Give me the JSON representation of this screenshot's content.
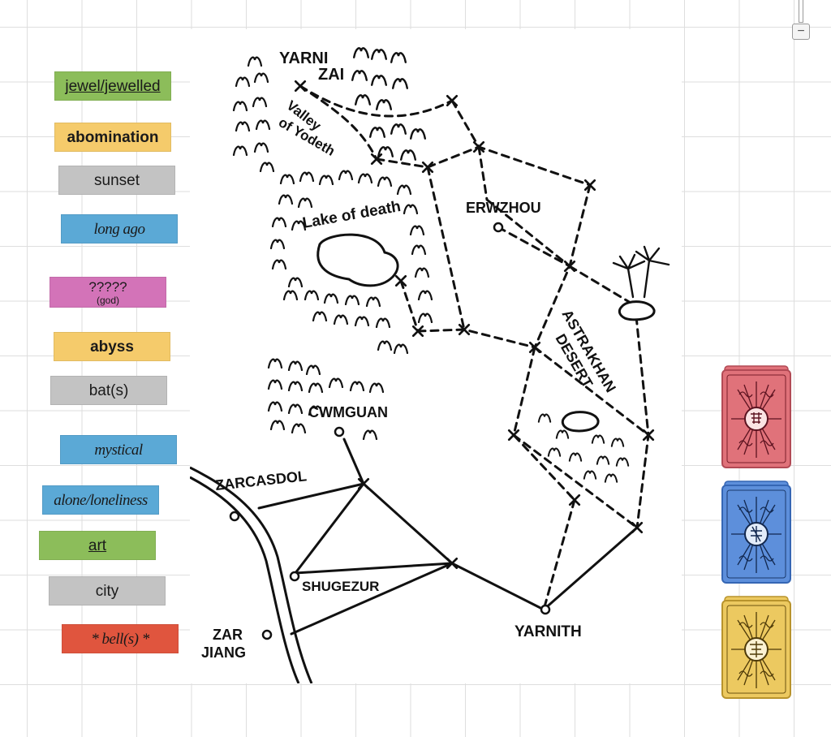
{
  "words": [
    {
      "text": "jewel/jewelled",
      "color": "#8cbd5a"
    },
    {
      "text": "abomination",
      "color": "#f5cb6b"
    },
    {
      "text": "sunset",
      "color": "#c3c3c3"
    },
    {
      "text": "long ago",
      "color": "#5ba9d6"
    },
    {
      "text": "?????",
      "sub": "(god)",
      "color": "#d373b8"
    },
    {
      "text": "abyss",
      "color": "#f5cb6b"
    },
    {
      "text": "bat(s)",
      "color": "#c3c3c3"
    },
    {
      "text": "mystical",
      "color": "#5ba9d6"
    },
    {
      "text": "alone/loneliness",
      "color": "#5ba9d6"
    },
    {
      "text": "art",
      "color": "#8cbd5a"
    },
    {
      "text": "city",
      "color": "#c3c3c3"
    },
    {
      "text": "* bell(s) *",
      "color": "#e0553e"
    }
  ],
  "map": {
    "labels": {
      "yarnizai_1": "YARNI",
      "yarnizai_2": "ZAI",
      "valley_1": "Valley",
      "valley_2": "of Yodeth",
      "lake": "Lake of death",
      "erwzhou": "ERWZHOU",
      "astrakhan_1": "ASTRAKHAN",
      "astrakhan_2": "DESERT",
      "cwmguan": "CWMGUAN",
      "zarcasdol": "ZARCASDOL",
      "shugezur": "SHUGEZUR",
      "zarjiang_1": "ZAR",
      "zarjiang_2": "JIANG",
      "yarnith": "YARNITH"
    }
  },
  "cards": [
    {
      "name": "red-card",
      "color": "#e0727a"
    },
    {
      "name": "blue-card",
      "color": "#5d8fdb"
    },
    {
      "name": "yellow-card",
      "color": "#ecc960"
    }
  ],
  "zoom": {
    "minus": "−"
  }
}
